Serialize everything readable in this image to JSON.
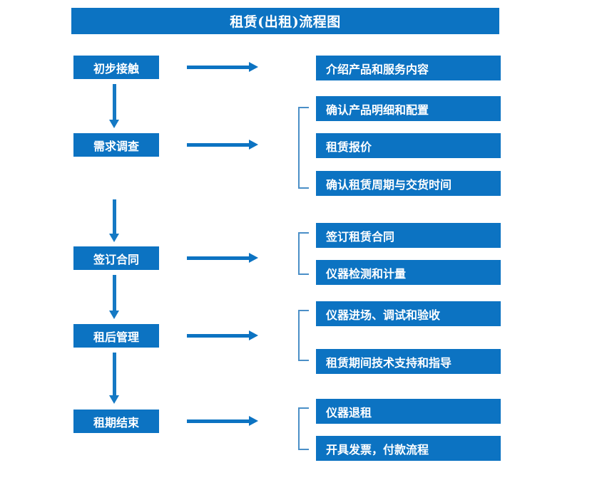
{
  "diagram": {
    "title": "租赁(出租)流程图",
    "theme": {
      "box_fill": "#0c73c2",
      "box_text": "#ffffff",
      "arrow": "#1579c4",
      "bracket": "#4a8fc7",
      "background": "#ffffff"
    },
    "stages": [
      {
        "label": "初步接触"
      },
      {
        "label": "需求调查"
      },
      {
        "label": "签订合同"
      },
      {
        "label": "租后管理"
      },
      {
        "label": "租期结束"
      }
    ],
    "details": [
      {
        "label": "介绍产品和服务内容"
      },
      {
        "label": "确认产品明细和配置"
      },
      {
        "label": "租赁报价"
      },
      {
        "label": "确认租赁周期与交货时间"
      },
      {
        "label": "签订租赁合同"
      },
      {
        "label": "仪器检测和计量"
      },
      {
        "label": "仪器进场、调试和验收"
      },
      {
        "label": "租赁期间技术支持和指导"
      },
      {
        "label": "仪器退租"
      },
      {
        "label": "开具发票，付款流程"
      }
    ]
  }
}
